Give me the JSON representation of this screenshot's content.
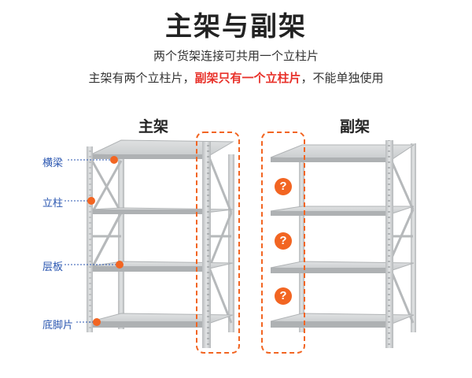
{
  "title": "主架与副架",
  "subtitle_line1": "两个货架连接可共用一个立柱片",
  "subtitle_line2": {
    "part1": "主架有两个立柱片，",
    "highlight": "副架只有一个立柱片",
    "part3": "，不能单独使用"
  },
  "main_rack_label": "主架",
  "sub_rack_label": "副架",
  "callouts": [
    "横梁",
    "立柱",
    "层板",
    "底脚片"
  ],
  "question_mark": "?",
  "colors": {
    "accent_red": "#e8312a",
    "callout_blue": "#2a56b0",
    "marker_orange": "#f26522",
    "rack_gray": "#c9ccce"
  }
}
